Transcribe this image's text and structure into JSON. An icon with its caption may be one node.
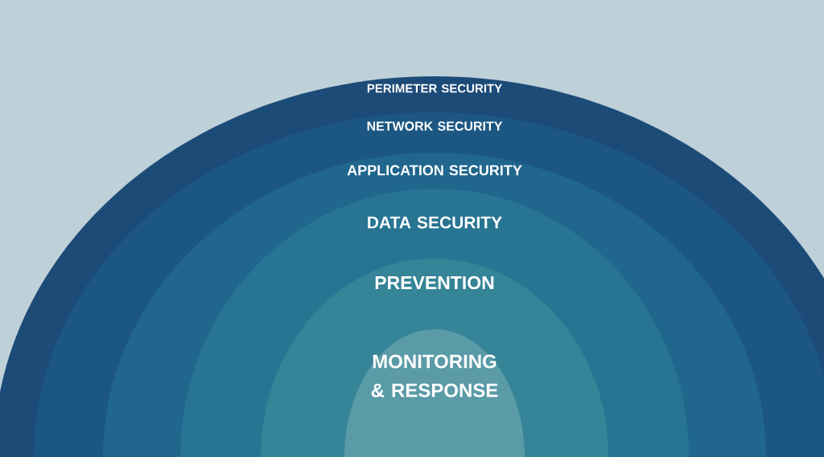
{
  "diagram": {
    "nodes": [
      {
        "text": [
          "PERIMETER SECURITY"
        ]
      },
      {
        "text": [
          "NETWORK SECURITY"
        ],
        "in": 0
      },
      {
        "text": [
          "APPLICATION SECURITY"
        ],
        "in": 1
      },
      {
        "text": [
          "DATA SECURITY"
        ],
        "in": 2
      },
      {
        "text": [
          "PREVENTION"
        ],
        "in": 3
      },
      {
        "text": [
          "MONITORING & RESPONSE"
        ],
        "in": 4
      }
    ]
  }
}
